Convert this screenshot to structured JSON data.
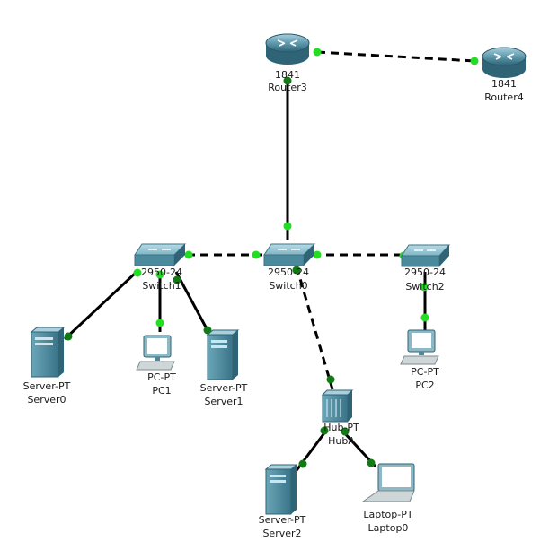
{
  "devices": {
    "router3": {
      "model": "1841",
      "name": "Router3"
    },
    "router4": {
      "model": "1841",
      "name": "Router4"
    },
    "switch0": {
      "model": "2950-24",
      "name": "Switch0"
    },
    "switch1": {
      "model": "2950-24",
      "name": "Switch1"
    },
    "switch2": {
      "model": "2950-24",
      "name": "Switch2"
    },
    "server0": {
      "model": "Server-PT",
      "name": "Server0"
    },
    "server1": {
      "model": "Server-PT",
      "name": "Server1"
    },
    "server2": {
      "model": "Server-PT",
      "name": "Server2"
    },
    "pc1": {
      "model": "PC-PT",
      "name": "PC1"
    },
    "pc2": {
      "model": "PC-PT",
      "name": "PC2"
    },
    "hubA": {
      "model": "Hub-PT",
      "name": "HubA"
    },
    "laptop0": {
      "model": "Laptop-PT",
      "name": "Laptop0"
    }
  },
  "colors": {
    "link_up": "#22dd22",
    "link_pending": "#127a12",
    "device_body": "#4a8a9c",
    "link": "#000000"
  },
  "links": [
    {
      "from": "Router3",
      "to": "Router4",
      "style": "crossover"
    },
    {
      "from": "Router3",
      "to": "Switch0",
      "style": "straight"
    },
    {
      "from": "Switch1",
      "to": "Switch0",
      "style": "crossover"
    },
    {
      "from": "Switch0",
      "to": "Switch2",
      "style": "crossover"
    },
    {
      "from": "Switch0",
      "to": "HubA",
      "style": "crossover"
    },
    {
      "from": "Switch1",
      "to": "Server0",
      "style": "straight"
    },
    {
      "from": "Switch1",
      "to": "PC1",
      "style": "straight"
    },
    {
      "from": "Switch1",
      "to": "Server1",
      "style": "straight"
    },
    {
      "from": "Switch2",
      "to": "PC2",
      "style": "straight"
    },
    {
      "from": "HubA",
      "to": "Server2",
      "style": "straight"
    },
    {
      "from": "HubA",
      "to": "Laptop0",
      "style": "straight"
    }
  ]
}
